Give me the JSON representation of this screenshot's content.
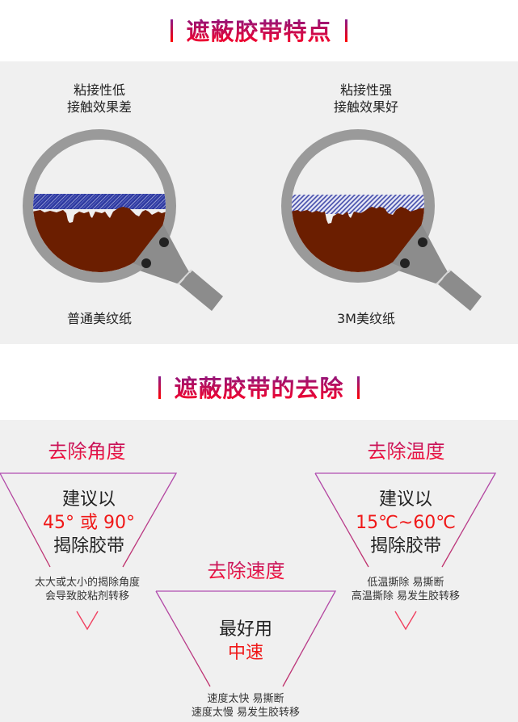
{
  "section1": {
    "title": "遮蔽胶带特点",
    "left": {
      "caption_line1": "粘接性低",
      "caption_line2": "接触效果差",
      "label": "普通美纹纸"
    },
    "right": {
      "caption_line1": "粘接性强",
      "caption_line2": "接触效果好",
      "label": "3M美纹纸"
    }
  },
  "section2": {
    "title": "遮蔽胶带的去除",
    "angle": {
      "heading": "去除角度",
      "line1": "建议以",
      "line2": "45° 或 90°",
      "line3": "揭除胶带",
      "note1": "太大或太小的揭除角度",
      "note2": "会导致胶粘剂转移"
    },
    "temperature": {
      "heading": "去除温度",
      "line1": "建议以",
      "line2": "15℃~60℃",
      "line3": "揭除胶带",
      "note1": "低温撕除 易撕断",
      "note2": "高温撕除 易发生胶转移"
    },
    "speed": {
      "heading": "去除速度",
      "line1": "最好用",
      "line2": "中速",
      "note1": "速度太快 易撕断",
      "note2": "速度太慢 易发生胶转移"
    }
  },
  "colors": {
    "accent_red": "#f01818",
    "accent_purple": "#8d1780",
    "adhesive_brown": "#6b1e00",
    "tape_blue_dense": "#2e3aa0",
    "tape_blue_light": "#7a7fcc",
    "magnifier_gray": "#8f8f8f",
    "background_gray": "#f0f0f0"
  }
}
